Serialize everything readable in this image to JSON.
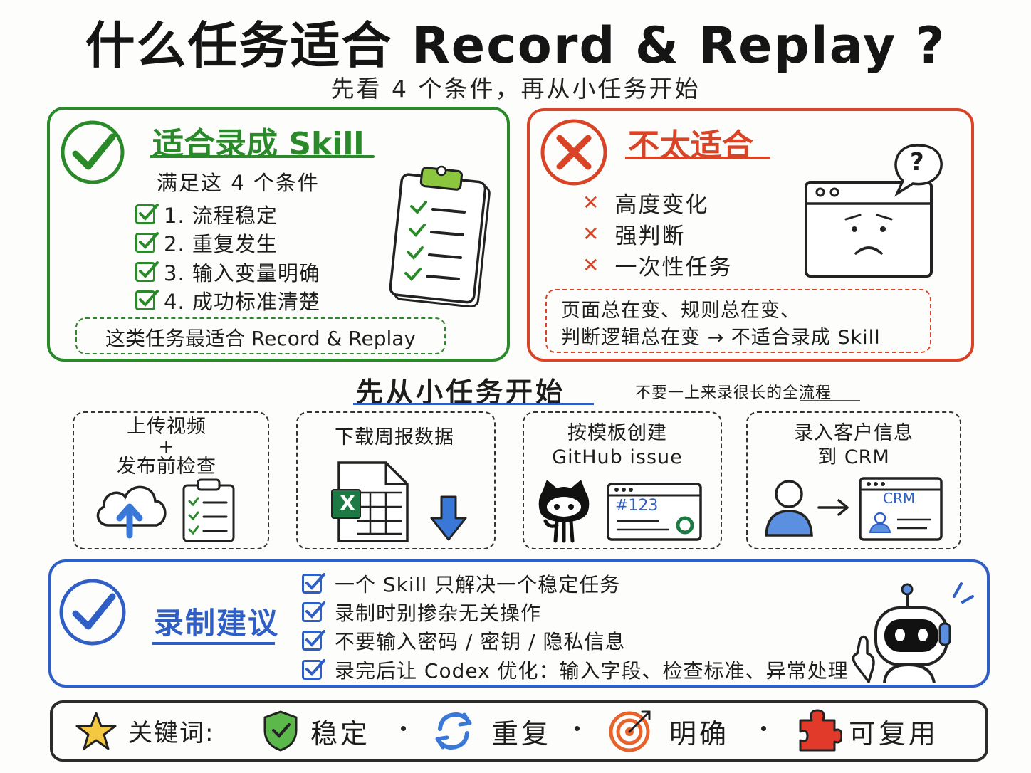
{
  "header": {
    "title": "什么任务适合 Record & Replay ?",
    "subtitle": "先看 4 个条件，再从小任务开始"
  },
  "suitable": {
    "heading": "适合录成 Skill",
    "lead": "满足这 4 个条件",
    "items": [
      "1. 流程稳定",
      "2. 重复发生",
      "3. 输入变量明确",
      "4. 成功标准清楚"
    ],
    "note": "这类任务最适合 Record & Replay",
    "color": "#2a8a2a"
  },
  "unsuitable": {
    "heading": "不太适合",
    "items": [
      "高度变化",
      "强判断",
      "一次性任务"
    ],
    "note_lines": [
      "页面总在变、规则总在变、",
      "判断逻辑总在变 → 不适合录成 Skill"
    ],
    "bubble": "?",
    "color": "#d94426"
  },
  "small_tasks": {
    "heading": "先从小任务开始",
    "note": "不要一上来录很长的全流程",
    "tasks": [
      {
        "lines": [
          "上传视频",
          "+",
          "发布前检查"
        ]
      },
      {
        "lines": [
          "下载周报数据"
        ],
        "excel_mark": "X"
      },
      {
        "lines": [
          "按模板创建",
          "GitHub issue"
        ],
        "issue_number": "#123"
      },
      {
        "lines": [
          "录入客户信息",
          "到 CRM"
        ],
        "crm_label": "CRM"
      }
    ]
  },
  "advice": {
    "heading": "录制建议",
    "items": [
      "一个 Skill 只解决一个稳定任务",
      "录制时别掺杂无关操作",
      "不要输入密码 / 密钥 / 隐私信息",
      "录完后让 Codex 优化：输入字段、检查标准、异常处理"
    ],
    "color": "#2f5fc4"
  },
  "keywords": {
    "label": "关键词:",
    "items": [
      "稳定",
      "重复",
      "明确",
      "可复用"
    ]
  }
}
